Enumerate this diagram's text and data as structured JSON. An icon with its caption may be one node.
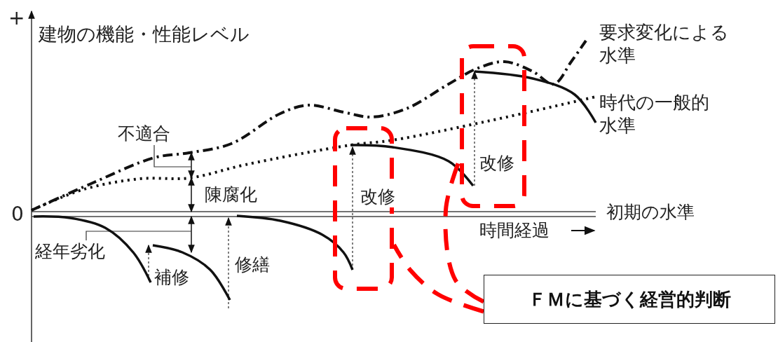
{
  "diagram": {
    "nodes": [
      {
        "text": [],
        "shape": "box"
      },
      {
        "text": [],
        "shape": "box"
      },
      {
        "text": [
          "ＦＭに基づく経営的判断"
        ]
      }
    ],
    "edges": [
      {
        "from": 2,
        "to": 0,
        "arrow": "none",
        "style": "dashed",
        "color": "#ff0000"
      },
      {
        "from": 2,
        "to": 1,
        "arrow": "none",
        "style": "dashed",
        "color": "#ff0000"
      }
    ],
    "labels": [
      "+",
      "建物の機能・性能レベル",
      "要求変化による水準",
      "時代の一般的水準",
      "不適合",
      "改修",
      "陳腐化",
      "改修",
      "0",
      "初期の水準",
      "時間経過",
      "経年劣化",
      "補修",
      "修繕"
    ]
  }
}
